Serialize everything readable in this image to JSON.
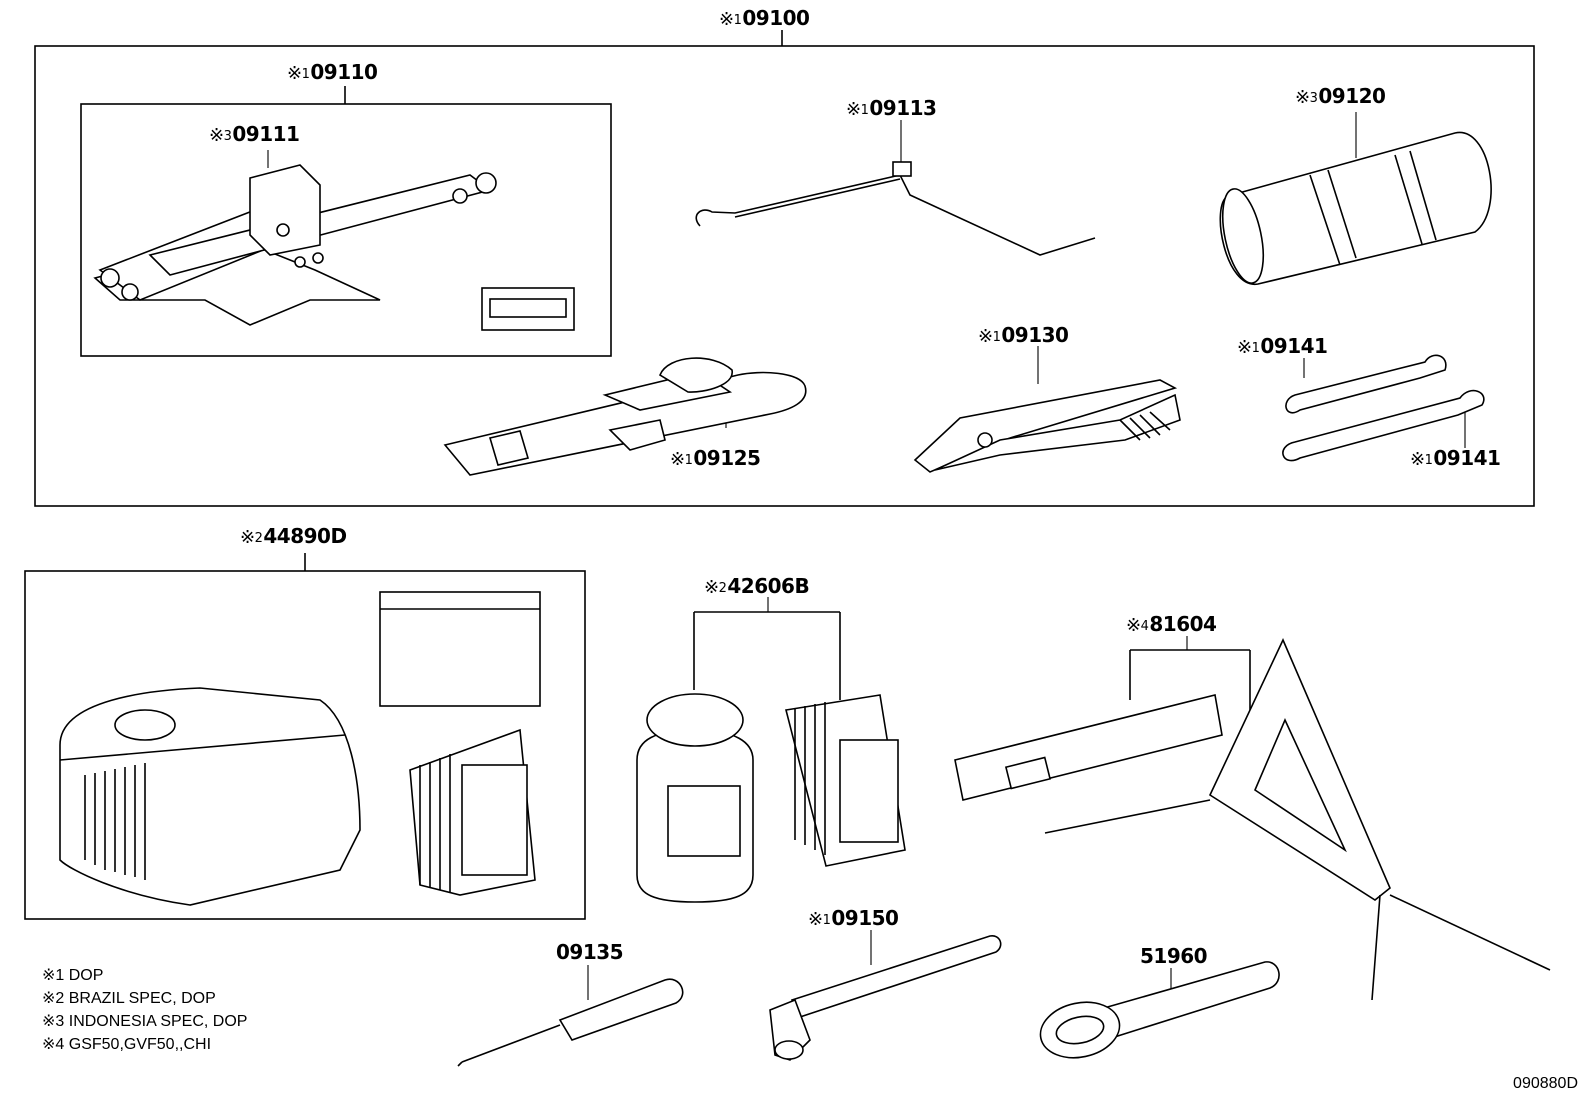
{
  "parts": {
    "p09100": {
      "mark": "※",
      "num": "1",
      "code": "09100"
    },
    "p09110": {
      "mark": "※",
      "num": "1",
      "code": "09110"
    },
    "p09111": {
      "mark": "※",
      "num": "3",
      "code": "09111"
    },
    "p09113": {
      "mark": "※",
      "num": "1",
      "code": "09113"
    },
    "p09120": {
      "mark": "※",
      "num": "3",
      "code": "09120"
    },
    "p09125": {
      "mark": "※",
      "num": "1",
      "code": "09125"
    },
    "p09130": {
      "mark": "※",
      "num": "1",
      "code": "09130"
    },
    "p09141a": {
      "mark": "※",
      "num": "1",
      "code": "09141"
    },
    "p09141b": {
      "mark": "※",
      "num": "1",
      "code": "09141"
    },
    "p44890D": {
      "mark": "※",
      "num": "2",
      "code": "44890D"
    },
    "p42606B": {
      "mark": "※",
      "num": "2",
      "code": "42606B"
    },
    "p81604": {
      "mark": "※",
      "num": "4",
      "code": "81604"
    },
    "p09150": {
      "mark": "※",
      "num": "1",
      "code": "09150"
    },
    "p09135": {
      "mark": "",
      "num": "",
      "code": "09135"
    },
    "p51960": {
      "mark": "",
      "num": "",
      "code": "51960"
    }
  },
  "legend": [
    "※1 DOP",
    "※2 BRAZIL SPEC, DOP",
    "※3 INDONESIA SPEC, DOP",
    "※4 GSF50,GVF50,,CHI"
  ],
  "footer_code": "090880D",
  "colors": {
    "line": "#000000",
    "background": "#ffffff"
  }
}
